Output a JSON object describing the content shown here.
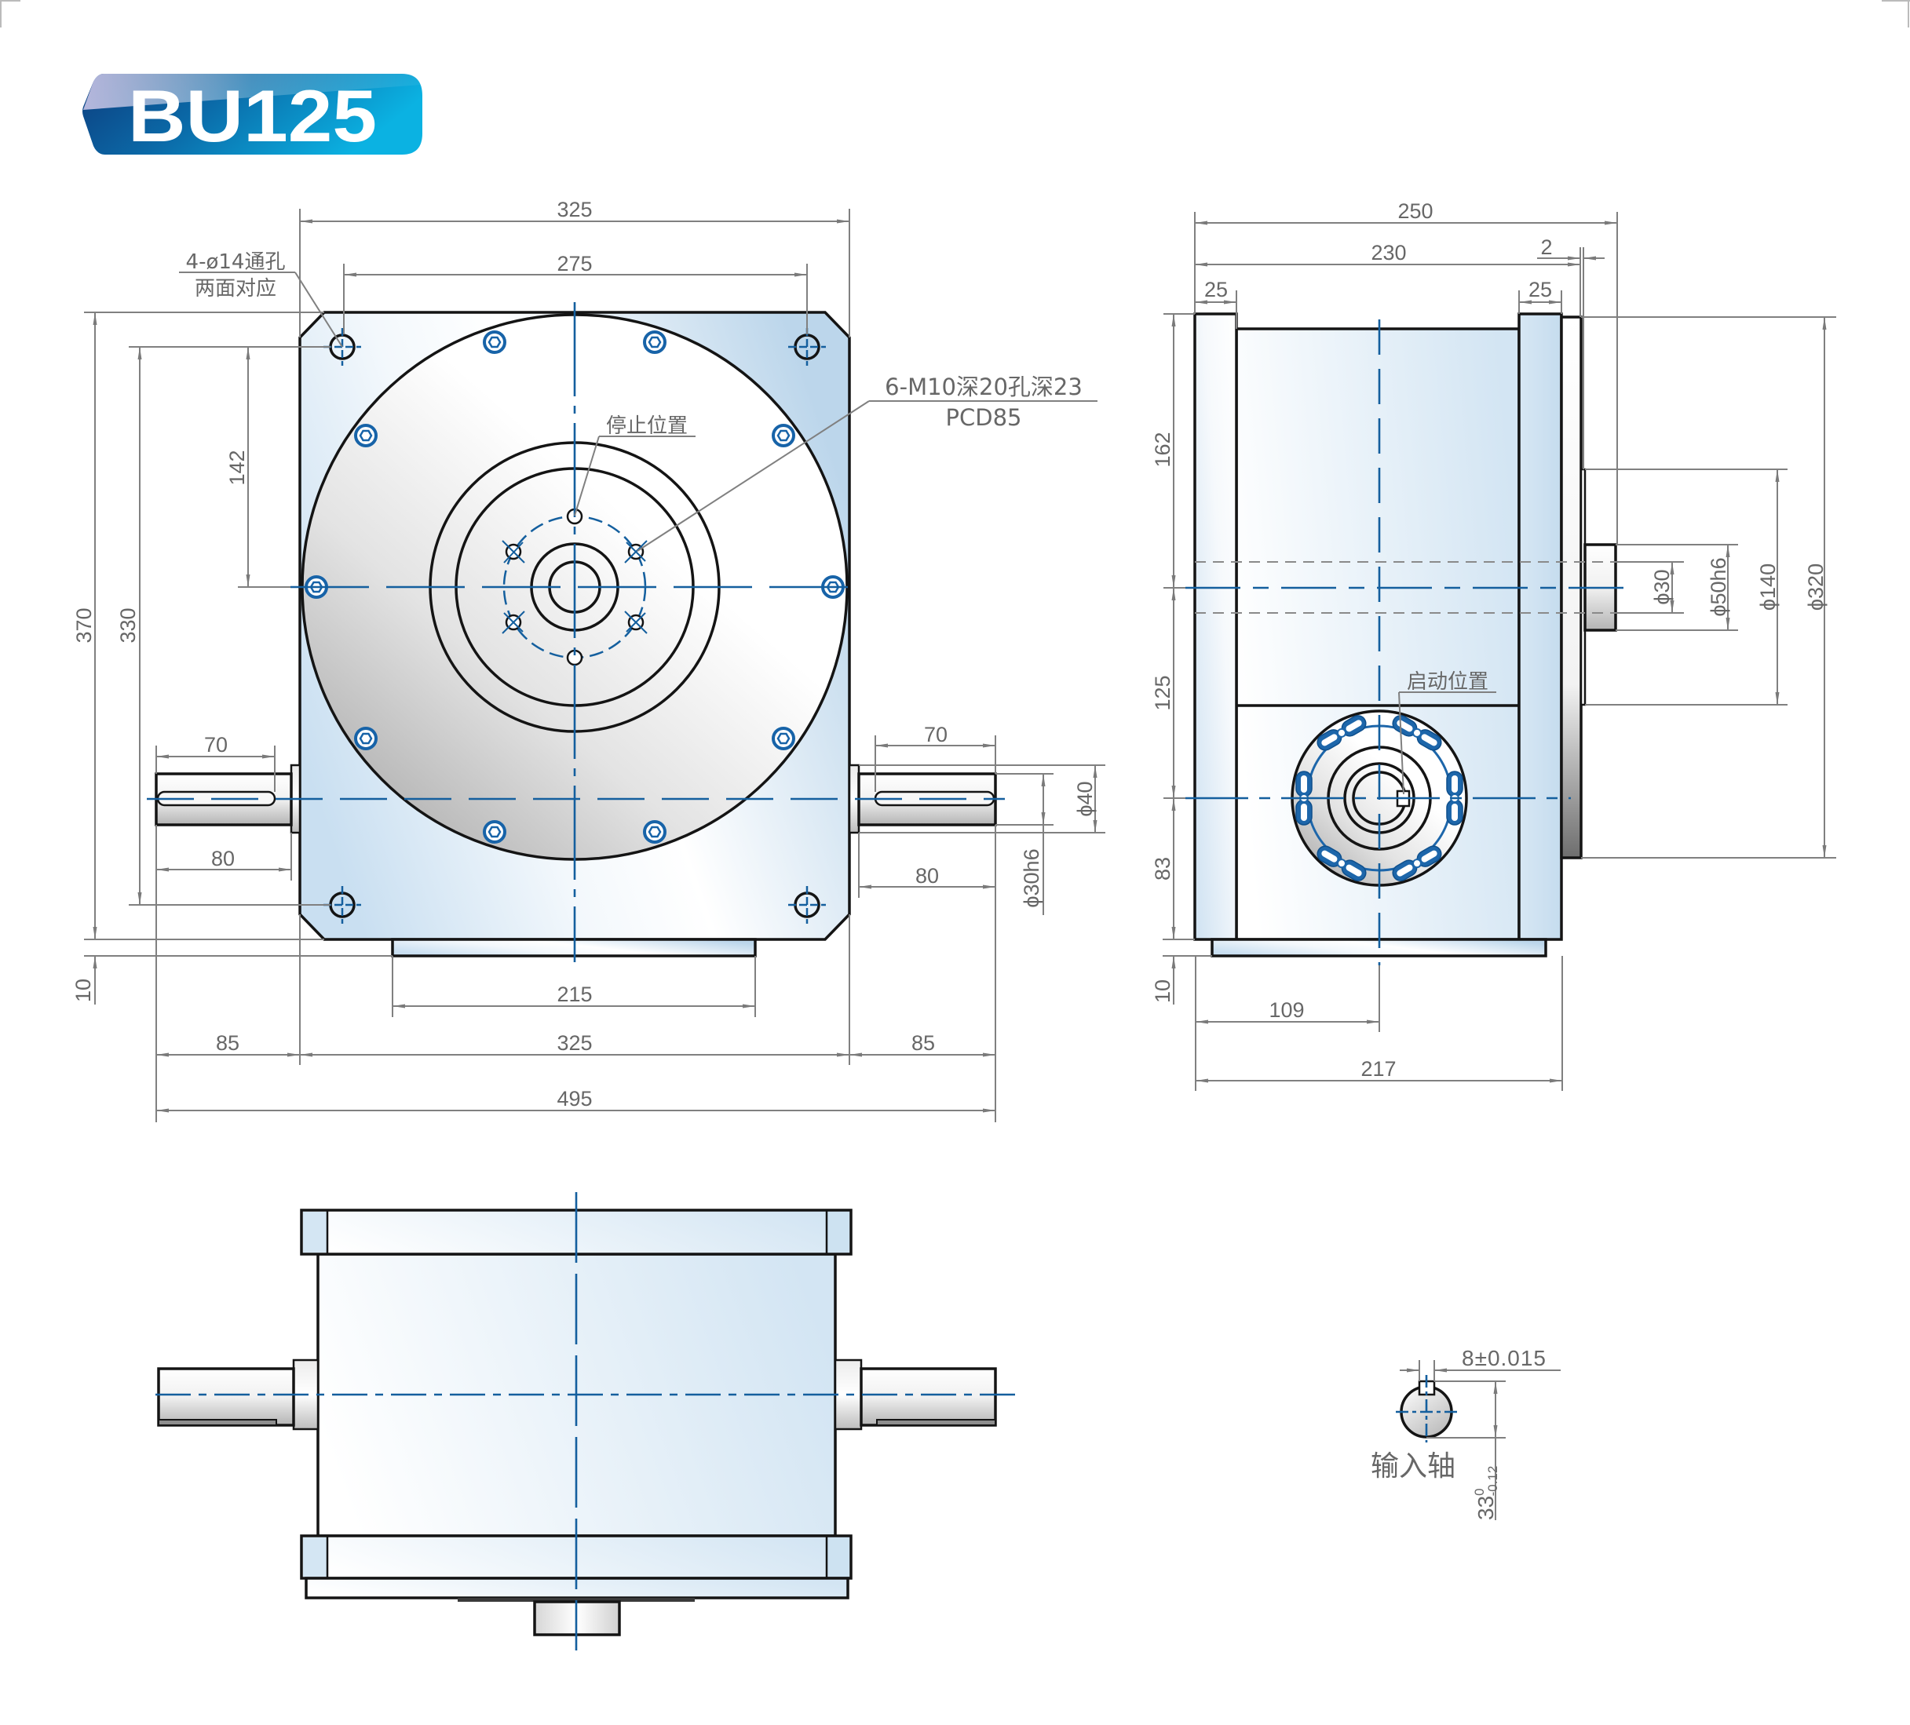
{
  "header": {
    "model_badge": "BU125"
  },
  "colors": {
    "centerline": "#145f9e",
    "dimension_line": "#808080",
    "dimension_text": "#676767",
    "outline": "#141414",
    "badge_dark": "#0d3d7e",
    "badge_light": "#0bb2e2",
    "housing_blue": "#cbe0f1"
  },
  "front_view": {
    "dims": {
      "top_width": "325",
      "hole_spacing": "275",
      "overall_height": "370",
      "hole_vertical_spacing": "330",
      "center_height": "142",
      "base_thickness": "10",
      "base_width": "215",
      "left_shaft_ext": "85",
      "housing_width": "325",
      "right_shaft_ext": "85",
      "overall_width": "495",
      "left_key_length": "70",
      "left_shaft_length": "80",
      "right_key_length": "70",
      "right_shaft_length": "80",
      "collar_diameter": "ϕ40",
      "shaft_diameter": "ϕ30h6"
    },
    "notes": {
      "mount_holes": "4-ø14通孔",
      "mount_holes_sub": "两面对应",
      "tapped_holes": "6-M10深20孔深23",
      "tapped_holes_sub": "PCD85",
      "stop_position": "停止位置"
    }
  },
  "side_view": {
    "dims": {
      "overall_depth": "250",
      "body_depth": "230",
      "flange_offset": "2",
      "left_flange": "25",
      "right_flange": "25",
      "output_height": "162",
      "axis_distance": "125",
      "input_height": "83",
      "base_thickness": "10",
      "input_offset": "109",
      "base_depth": "217",
      "bore_diameter": "ϕ30",
      "output_shaft_diameter": "ϕ50h6",
      "pilot_diameter": "ϕ140",
      "flange_diameter": "ϕ320"
    },
    "notes": {
      "start_position": "启动位置"
    }
  },
  "key_detail": {
    "label": "输入轴",
    "key_width": "8±0.015",
    "key_height": "33",
    "key_height_upper_tol": "0",
    "key_height_lower_tol": "-0.12"
  }
}
